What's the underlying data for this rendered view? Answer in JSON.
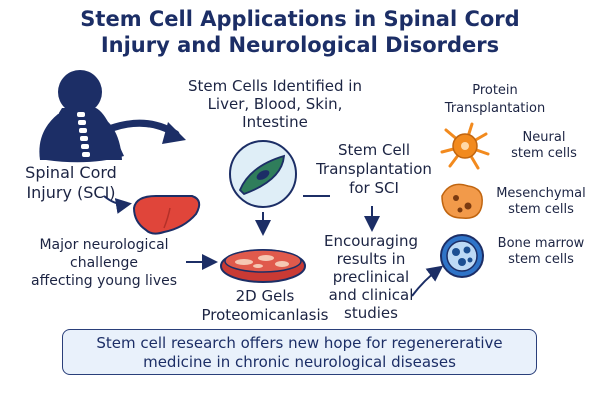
{
  "title": {
    "line1": "Stem Cell Applications in Spinal Cord",
    "line2": "Injury and Neurological Disorders"
  },
  "sci": {
    "line1": "Spinal Cord",
    "line2": "Injury (SCI)"
  },
  "challenge": {
    "line1": "Major neurological",
    "line2": "challenge",
    "line3": "affecting young lives"
  },
  "identified": {
    "line1": "Stem Cells Identified in",
    "line2": "Liver, Blood, Skin,",
    "line3": "Intestine"
  },
  "gels": {
    "line1": "2D Gels",
    "line2": "Proteomicanlasis"
  },
  "transplant_sci": {
    "line1": "Stem Cell",
    "line2": "Transplantation",
    "line3": "for SCI"
  },
  "results": {
    "line1": "Encouraging",
    "line2": "results in",
    "line3": "preclinical",
    "line4": "and clinical",
    "line5": "studies"
  },
  "protein": {
    "line1": "Protein",
    "line2": "Transplantation"
  },
  "neural": {
    "line1": "Neural",
    "line2": "stem cells"
  },
  "mesenchymal": {
    "line1": "Mesenchymal",
    "line2": "stem cells"
  },
  "bone": {
    "line1": "Bone marrow",
    "line2": "stem cells"
  },
  "footer": {
    "line1": "Stem cell research offers new hope for regenererative",
    "line2": "medicine in chronic neurological diseases"
  },
  "icons": {
    "person": "human-spine-icon",
    "liver": "liver-icon",
    "cell": "stem-cell-icon",
    "dish": "petri-dish-icon",
    "neural": "neuron-icon",
    "mesenchymal": "mesenchymal-cell-icon",
    "bone": "bone-marrow-cell-icon"
  },
  "colors": {
    "navy": "#1c2e66",
    "liver": "#e0453a",
    "cell_green": "#2f7d5b",
    "neural_orange": "#f28a1e",
    "bone_blue": "#2f74c8",
    "footer_bg": "#e9f1fb"
  }
}
